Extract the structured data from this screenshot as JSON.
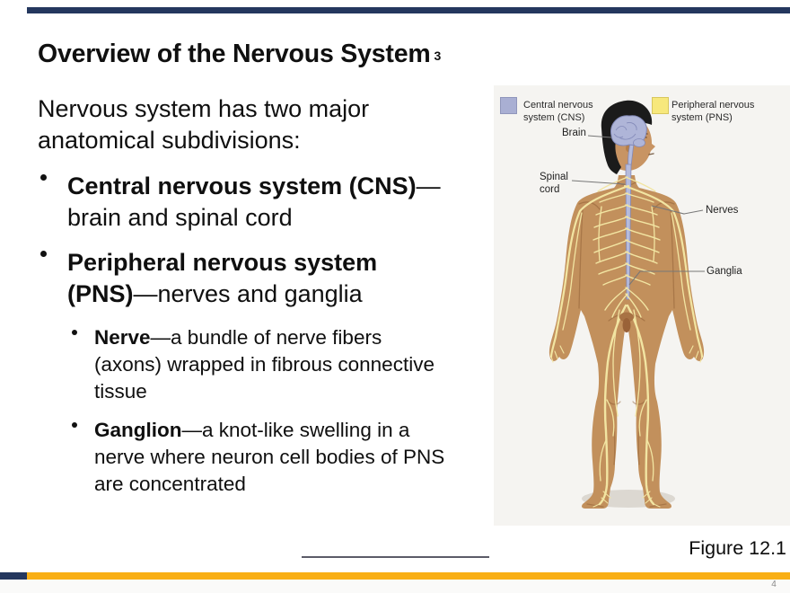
{
  "slide": {
    "title": "Overview of the Nervous System",
    "title_superscript": "3",
    "intro": {
      "line1": "Nervous system has two major",
      "line2": "anatomical subdivisions:"
    },
    "bullet1": {
      "bold": "Central nervous system (CNS)",
      "dash": "—",
      "line2": "brain and spinal cord"
    },
    "bullet2": {
      "bold_line1": "Peripheral nervous system",
      "bold_line2": "(PNS)",
      "dash": "—",
      "rest": "nerves and ganglia"
    },
    "sub1": {
      "bold": "Nerve",
      "rest1": "—a bundle of nerve fibers",
      "line2": "(axons) wrapped in fibrous connective",
      "line3": "tissue"
    },
    "sub2": {
      "bold": "Ganglion",
      "rest1": "—a knot-like swelling in a",
      "line2": "nerve where neuron cell bodies of PNS",
      "line3": "are concentrated"
    },
    "page_number": "4"
  },
  "figure": {
    "caption": "Figure 12.1",
    "legend": {
      "cns": {
        "line1": "Central nervous",
        "line2": "system (CNS)",
        "swatch_color": "#A9AFD3"
      },
      "pns": {
        "line1": "Peripheral nervous",
        "line2": "system (PNS)",
        "swatch_color": "#F7E87C"
      }
    },
    "labels": {
      "brain": "Brain",
      "spinal_line1": "Spinal",
      "spinal_line2": "cord",
      "nerves": "Nerves",
      "ganglia": "Ganglia"
    }
  },
  "colors": {
    "top_bar": "#24375E",
    "bottom_bar": "#F9AF15",
    "bottom_accent": "#24375E"
  }
}
